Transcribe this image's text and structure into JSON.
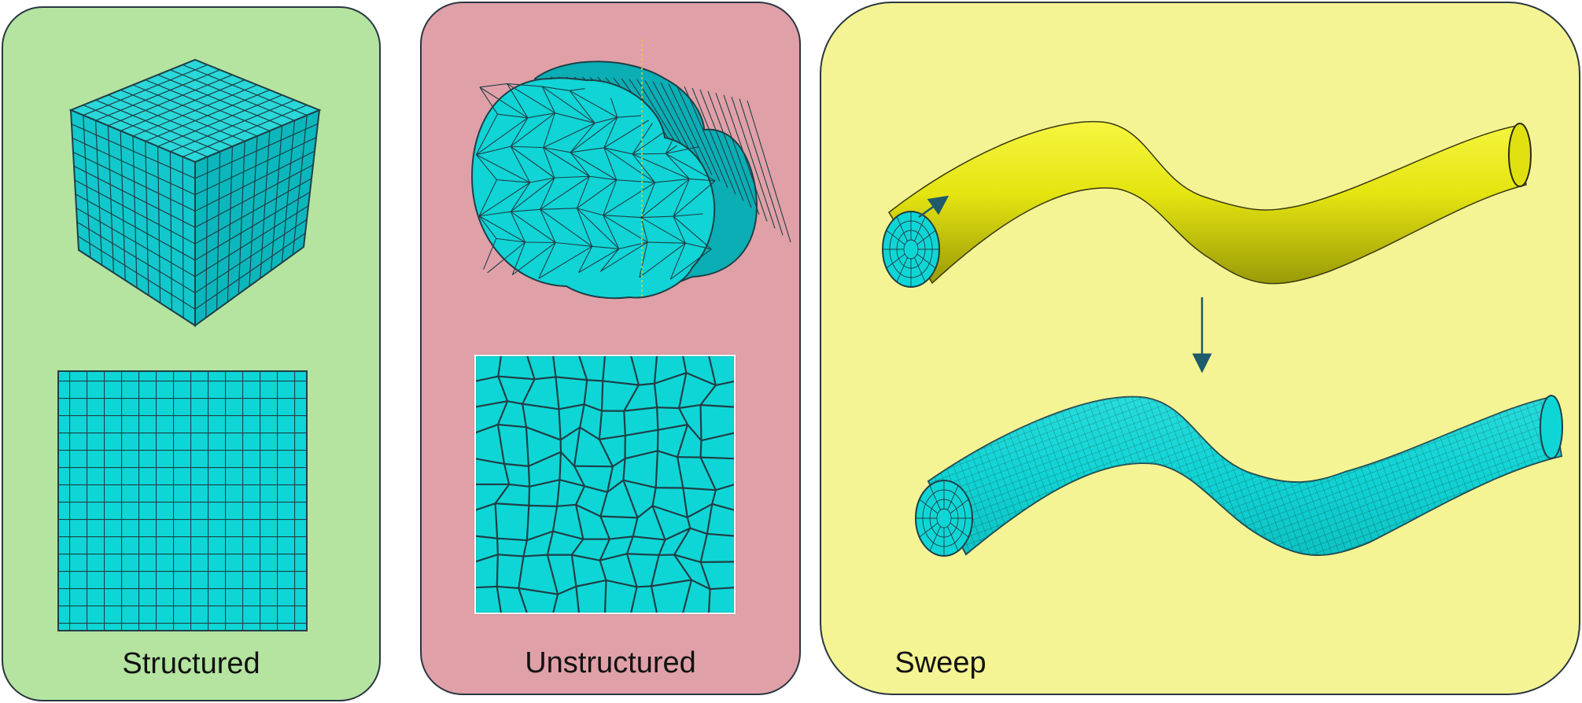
{
  "panels": {
    "structured": {
      "caption": "Structured",
      "color": "#b4e4a0"
    },
    "unstructured": {
      "caption": "Unstructured",
      "color": "#e0a0a8"
    },
    "sweep": {
      "caption": "Sweep",
      "color": "#f4f494"
    }
  },
  "colors": {
    "mesh": "#0fd6d6",
    "mesh_line": "#1f3f46",
    "solid": "#e8e814",
    "border": "#2a3640"
  }
}
